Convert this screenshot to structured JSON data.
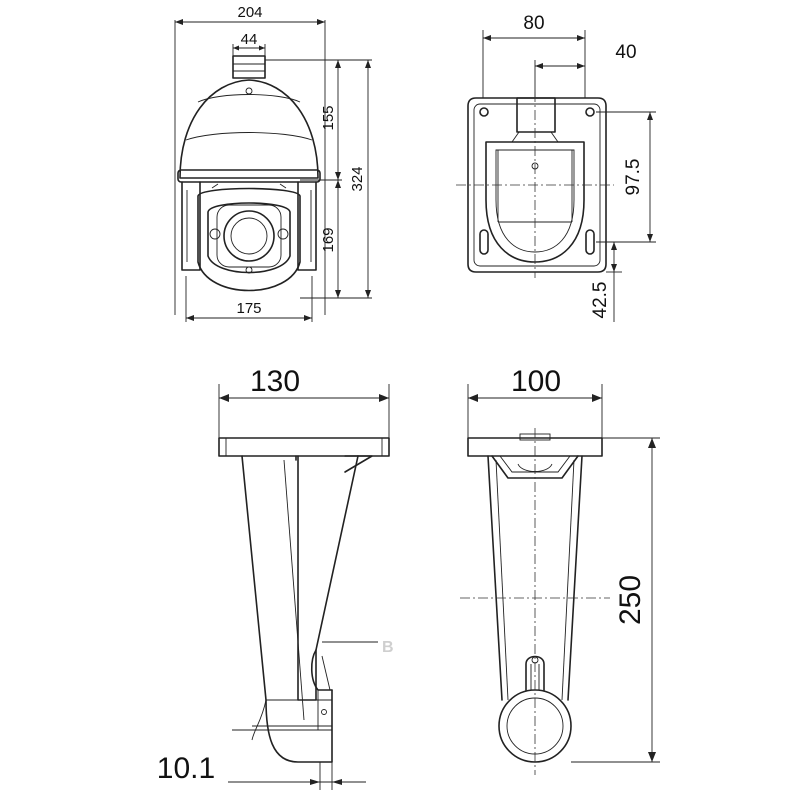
{
  "front_view": {
    "dims": {
      "overall_width": "204",
      "mount_width": "44",
      "top_height": "155",
      "total_height": "324",
      "lower_height": "169",
      "base_width": "175"
    }
  },
  "wall_plate_view": {
    "dims": {
      "plate_width": "80",
      "hole_offset": "40",
      "hole_spacing": "97.5",
      "bottom_offset": "42.5"
    }
  },
  "bracket_side_view": {
    "dims": {
      "depth": "130",
      "lip": "10.1"
    },
    "label": "B"
  },
  "bracket_front_view": {
    "dims": {
      "width": "100",
      "height": "250"
    }
  }
}
